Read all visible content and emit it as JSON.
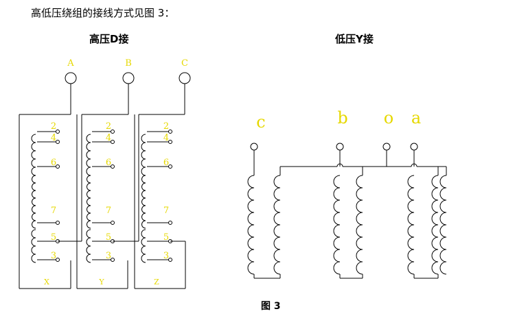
{
  "heading": "高低压绕组的接线方式见图 3：",
  "hv": {
    "title": "高压D接",
    "terminals": [
      "A",
      "B",
      "C"
    ],
    "taps": [
      "2",
      "4",
      "6",
      "7",
      "5",
      "3"
    ],
    "ends": [
      "X",
      "Y",
      "Z"
    ]
  },
  "lv": {
    "title": "低压Y接",
    "terminals": [
      "c",
      "b",
      "o",
      "a"
    ]
  },
  "caption": "图 3",
  "colors": {
    "label": "#e6d800",
    "line": "#000000"
  }
}
